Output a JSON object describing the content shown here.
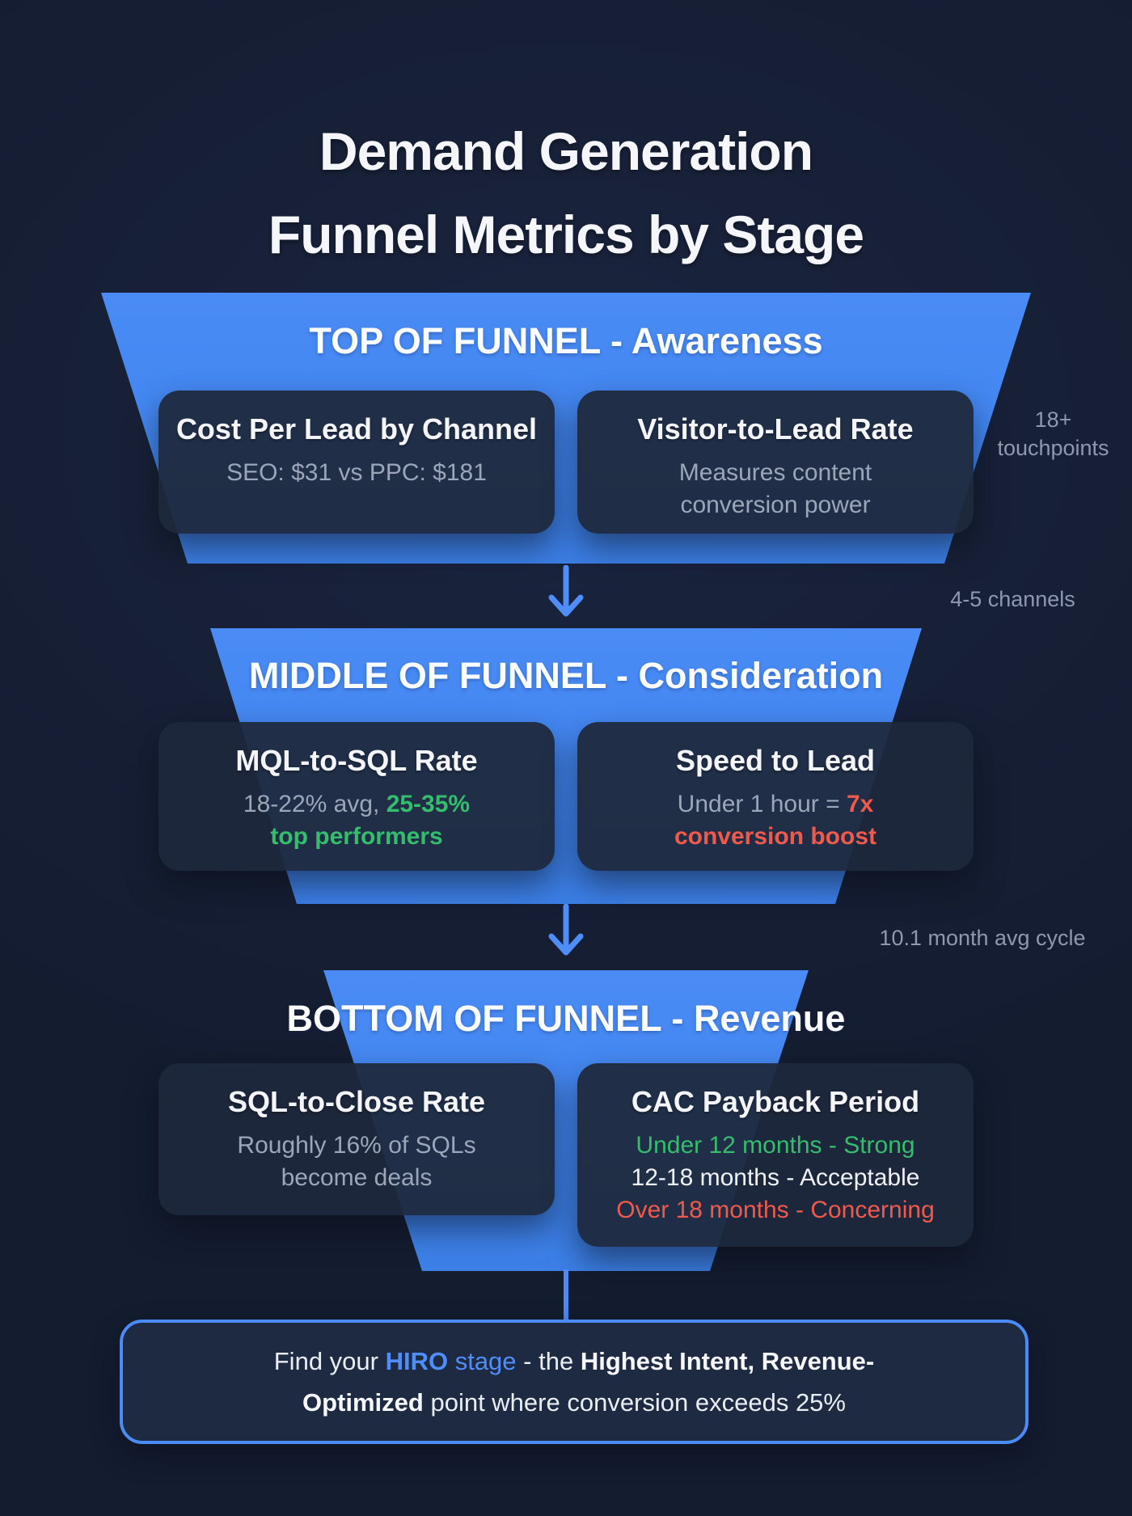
{
  "title": {
    "line1": "Demand Generation",
    "line2": "Funnel Metrics by Stage"
  },
  "funnel": {
    "top_heading": "TOP OF FUNNEL - Awareness",
    "middle_heading": "MIDDLE OF FUNNEL - Consideration",
    "bottom_heading": "BOTTOM OF FUNNEL - Revenue"
  },
  "cards": {
    "cpl": {
      "title": "Cost Per Lead by Channel",
      "line1": "SEO: $31 vs PPC: $181"
    },
    "vtl": {
      "title": "Visitor-to-Lead Rate",
      "line1": "Measures content",
      "line2": "conversion power"
    },
    "mql": {
      "title": "MQL-to-SQL Rate",
      "line1a": "18-22% avg, ",
      "line1b": "25-35%",
      "line2": "top performers"
    },
    "stl": {
      "title": "Speed to Lead",
      "line1a": "Under 1 hour = ",
      "line1b": "7x",
      "line2": "conversion boost"
    },
    "sqc": {
      "title": "SQL-to-Close Rate",
      "line1": "Roughly 16% of SQLs",
      "line2": "become deals"
    },
    "cac": {
      "title": "CAC Payback Period",
      "line1": "Under 12 months - Strong",
      "line2": "12-18 months - Acceptable",
      "line3": "Over 18 months - Concerning"
    }
  },
  "annotations": {
    "touchpoints_line1": "18+",
    "touchpoints_line2": "touchpoints",
    "channels": "4-5 channels",
    "cycle": "10.1 month avg cycle"
  },
  "hiro": {
    "seg1": "Find your ",
    "seg2": "HIRO",
    "seg3": " stage",
    "seg4": " - the ",
    "seg5": "Highest Intent, Revenue-",
    "seg6": "Optimized",
    "seg7": " point where conversion exceeds 25%"
  },
  "colors": {
    "accent_blue": "#4f8ef8",
    "funnel_blue": "#4186f1",
    "green": "#35bd6e",
    "red": "#ef5a4c",
    "background": "#161f35",
    "card_background": "#1e283b",
    "body_grey": "#9ba6b9",
    "annotation_grey": "#8e99ad",
    "heading_white": "#fbfcfe"
  }
}
